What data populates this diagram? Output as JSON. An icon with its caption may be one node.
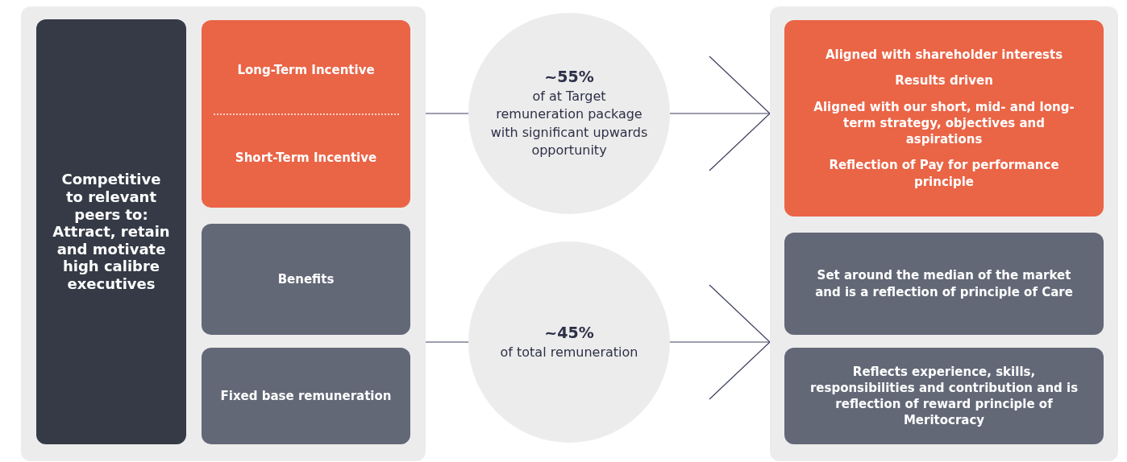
{
  "diagram": {
    "nodes": [
      {
        "text": [],
        "shape": "box"
      },
      {
        "text": [
          "Competitive to relevant peers to: Attract, retain and motivate high calibre executives"
        ],
        "in": 0
      },
      {
        "text": [
          "Long-Term Incentive",
          "Short-Term Incentive"
        ],
        "in": 0
      },
      {
        "text": [
          "Benefits"
        ],
        "in": 0
      },
      {
        "text": [
          "Fixed base remuneration"
        ],
        "in": 0
      },
      {
        "text": [
          "~55%",
          "of at Target remuneration package with significant upwards opportunity"
        ]
      },
      {
        "text": [
          "~45%",
          "of total remuneration"
        ]
      },
      {
        "text": [],
        "shape": "box"
      },
      {
        "text": [
          "Aligned with shareholder interests",
          "Results driven",
          "Aligned with our short, mid- and long-term strategy, objectives and aspirations",
          "Reflection of Pay for performance principle"
        ],
        "in": 7
      },
      {
        "text": [
          "Set around the median of the market and is a reflection of principle of Care"
        ],
        "in": 7
      },
      {
        "text": [
          "Reflects experience, skills, responsibilities and contribution and is reflection of reward principle of Meritocracy"
        ],
        "in": 7
      }
    ],
    "edges": [
      {
        "from": 0,
        "to": 5,
        "arrow": "none"
      },
      {
        "from": 5,
        "to": 7,
        "arrow": "to"
      },
      {
        "from": 0,
        "to": 6,
        "arrow": "none"
      },
      {
        "from": 6,
        "to": 7,
        "arrow": "to"
      }
    ]
  }
}
